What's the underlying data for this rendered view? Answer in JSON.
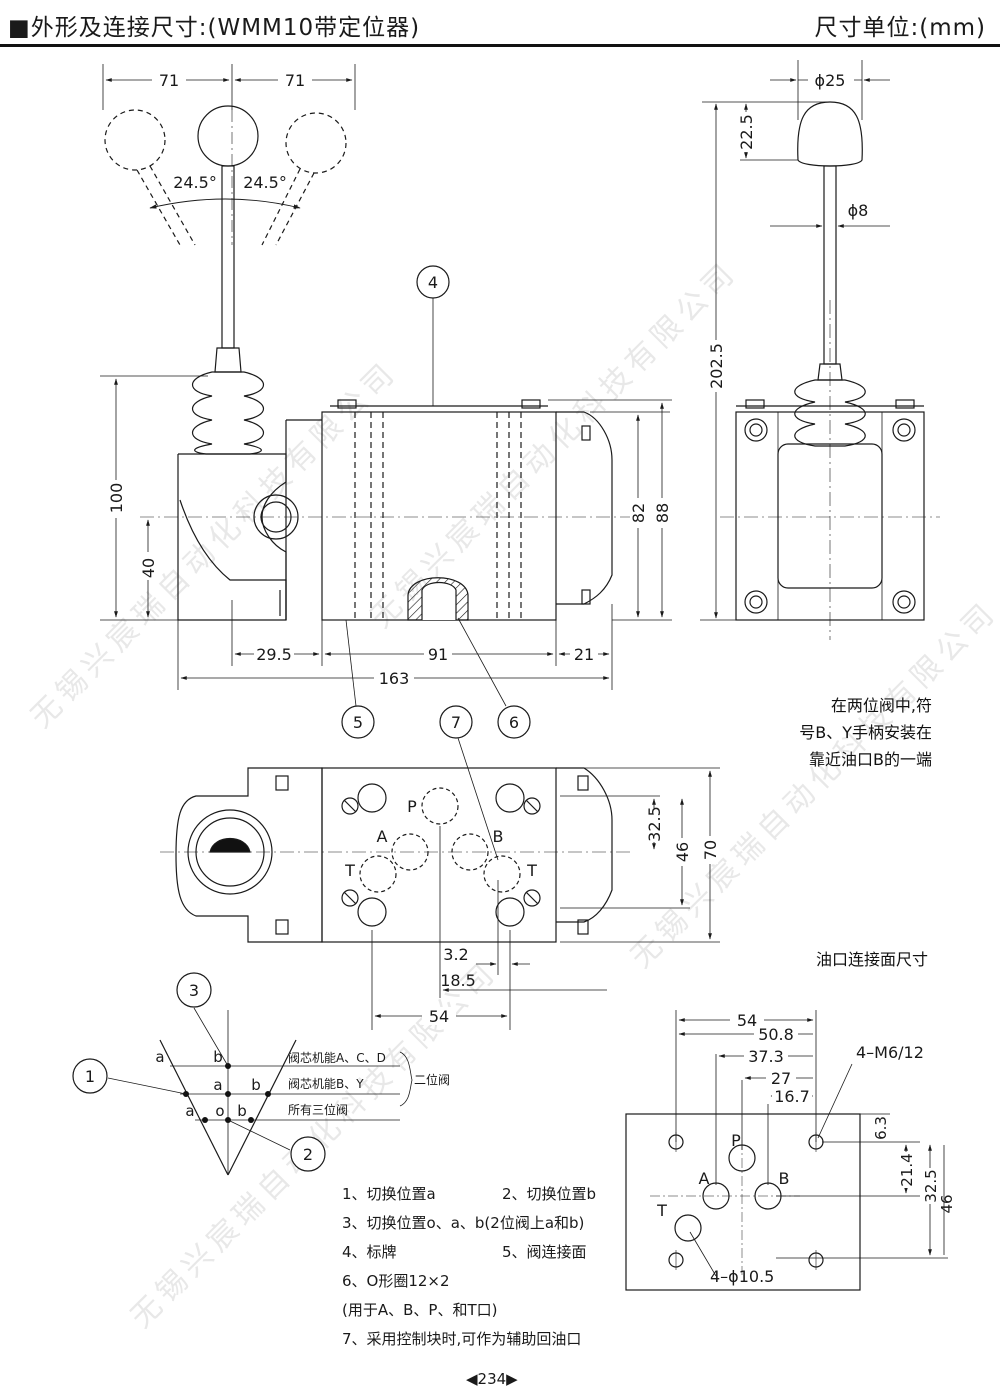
{
  "header": {
    "title": "■外形及连接尺寸:(WMM10带定位器)",
    "unit": "尺寸单位:(mm)"
  },
  "front_view": {
    "dim_left": "71",
    "dim_right": "71",
    "angle_left": "24.5°",
    "angle_right": "24.5°",
    "dim_height_total": "100",
    "dim_height_low": "40",
    "dim_body_82": "82",
    "dim_body_88": "88",
    "dim_29_5": "29.5",
    "dim_91": "91",
    "dim_21": "21",
    "dim_163": "163",
    "callout_4": "4",
    "callout_5": "5",
    "callout_6": "6",
    "callout_7": "7"
  },
  "side_view": {
    "dim_ball": "ϕ25",
    "dim_stem": "ϕ8",
    "dim_22_5": "22.5",
    "dim_202_5": "202.5"
  },
  "top_view": {
    "port_p": "P",
    "port_a": "A",
    "port_b": "B",
    "port_t_left": "T",
    "port_t_right": "T",
    "dim_32_5": "32.5",
    "dim_46": "46",
    "dim_70": "70",
    "dim_3_2": "3.2",
    "dim_18_5": "18.5",
    "dim_54": "54"
  },
  "positions_diagram": {
    "callout_1": "1",
    "callout_2": "2",
    "callout_3": "3",
    "row1_left": "a",
    "row1_right": "b",
    "row2_left": "a",
    "row2_right": "b",
    "row3_left": "a",
    "row3_mid": "o",
    "row3_right": "b",
    "row1_text": "阀芯机能A、C、D",
    "row2_text": "阀芯机能B、Y",
    "row3_text": "所有三位阀",
    "bracket_text": "二位阀"
  },
  "mounting_face": {
    "title": "油口连接面尺寸",
    "dim_54": "54",
    "dim_50_8": "50.8",
    "dim_37_3": "37.3",
    "dim_27": "27",
    "dim_16_7": "16.7",
    "thread": "4–M6/12",
    "dim_6_3": "6.3",
    "dim_21_4": "21.4",
    "dim_32_5": "32.5",
    "dim_46": "46",
    "holes": "4–ϕ10.5",
    "port_p": "P",
    "port_a": "A",
    "port_b": "B",
    "port_t": "T"
  },
  "notes": {
    "two_position": [
      "在两位阀中,符",
      "号B、Y手柄安装在",
      "靠近油口B的一端"
    ]
  },
  "legend": {
    "item1": "1、切换位置a",
    "item2": "2、切换位置b",
    "item3": "3、切换位置o、a、b(2位阀上a和b)",
    "item4": "4、标牌",
    "item5": "5、阀连接面",
    "item6": "6、O形圈12×2",
    "item6b": "(用于A、B、P、和T口)",
    "item7": "7、采用控制块时,可作为辅助回油口"
  },
  "page_number": "◀234▶",
  "watermark": "无锡兴宸瑞自动化科技有限公司"
}
